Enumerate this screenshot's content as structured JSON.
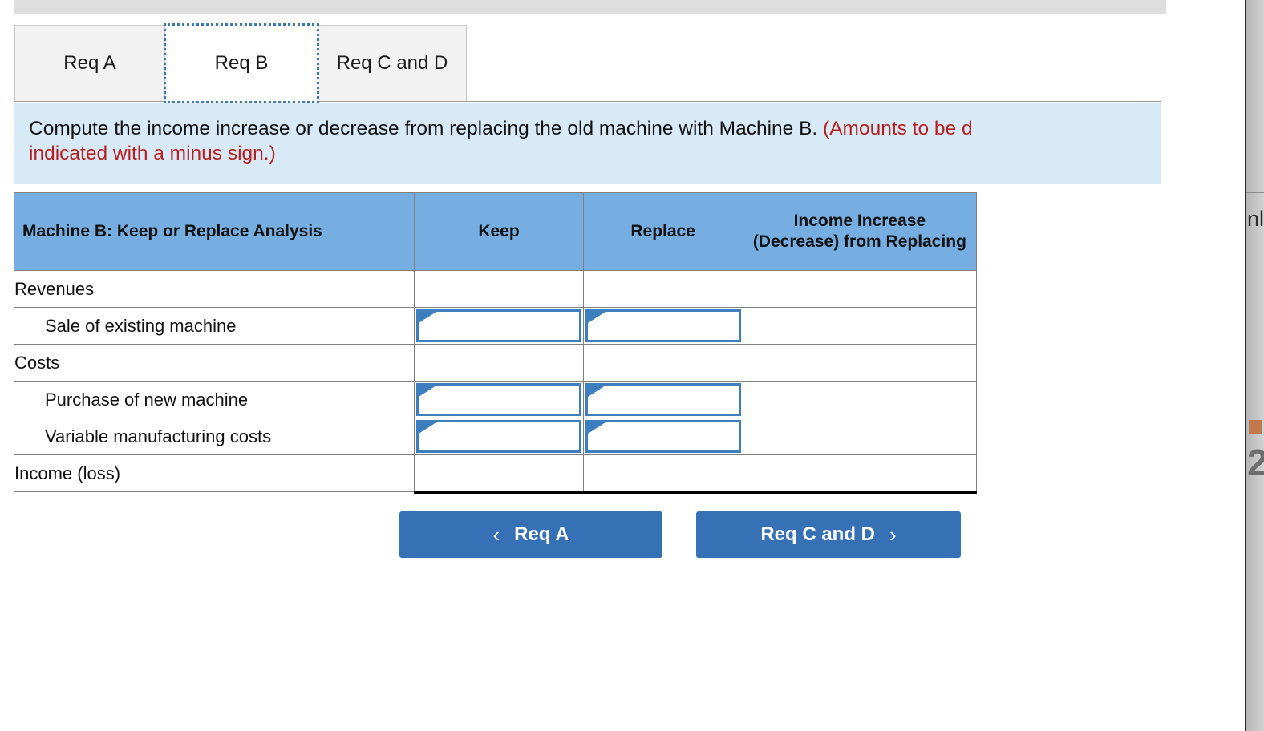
{
  "tabs": [
    {
      "id": "req-a",
      "label": "Req A",
      "selected": false
    },
    {
      "id": "req-b",
      "label": "Req B",
      "selected": true
    },
    {
      "id": "req-c-d",
      "label": "Req C and D",
      "selected": false
    }
  ],
  "instructions": {
    "main": "Compute the income increase or decrease from replacing the old machine with Machine B.",
    "note": "(Amounts to be d",
    "note_line2": "indicated with a minus sign.)"
  },
  "table": {
    "headers": {
      "label": "Machine B: Keep or Replace Analysis",
      "keep": "Keep",
      "replace": "Replace",
      "income": "Income Increase (Decrease) from Replacing"
    },
    "rows": [
      {
        "label": "Revenues",
        "indent": false,
        "keep": "",
        "replace": "",
        "income": "",
        "input": false,
        "total": false
      },
      {
        "label": "Sale of existing machine",
        "indent": true,
        "keep": "",
        "replace": "",
        "income": "",
        "input": true,
        "total": false
      },
      {
        "label": "Costs",
        "indent": false,
        "keep": "",
        "replace": "",
        "income": "",
        "input": false,
        "total": false
      },
      {
        "label": "Purchase of new machine",
        "indent": true,
        "keep": "",
        "replace": "",
        "income": "",
        "input": true,
        "total": false
      },
      {
        "label": "Variable manufacturing costs",
        "indent": true,
        "keep": "",
        "replace": "",
        "income": "",
        "input": true,
        "total": false
      },
      {
        "label": "Income (loss)",
        "indent": false,
        "keep": "",
        "replace": "",
        "income": "",
        "input": false,
        "total": true
      }
    ]
  },
  "nav": {
    "prev_label": "Req A",
    "prev_icon": "chevron-left-icon",
    "prev_chevron": "‹",
    "next_label": "Req C and D",
    "next_icon": "chevron-right-icon",
    "next_chevron": "›"
  },
  "right_panel": {
    "clipped_text": "nly",
    "big_number": "2"
  },
  "colors": {
    "header_blue": "#76aee2",
    "panel_blue": "#d8e9f8",
    "button_blue": "#3771b5",
    "note_red": "#b81e1e",
    "input_border": "#3d7ebe"
  }
}
